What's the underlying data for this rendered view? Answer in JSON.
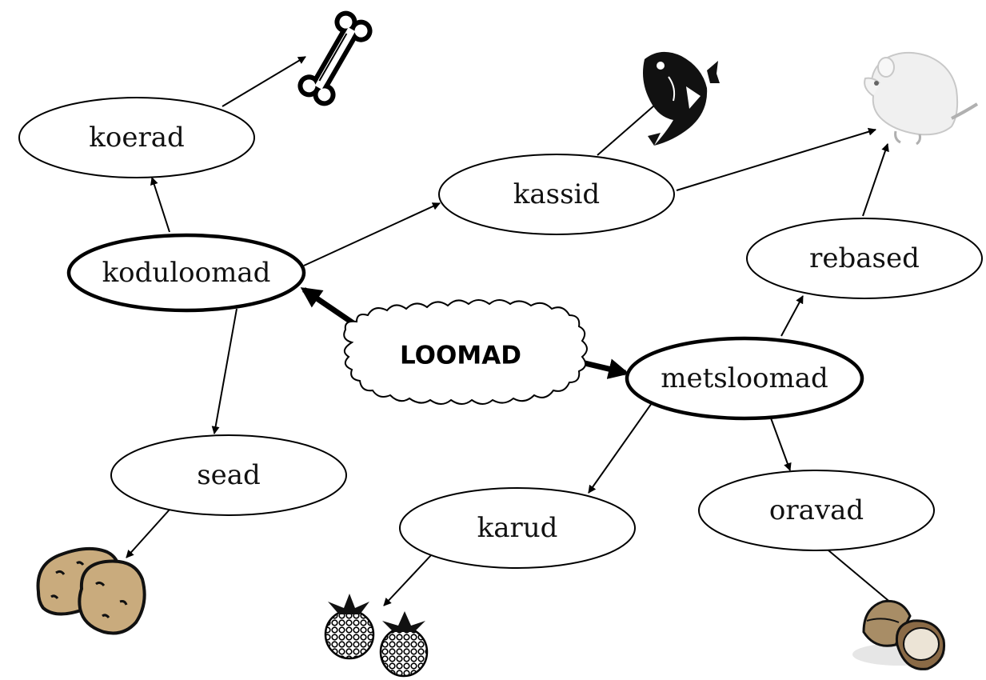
{
  "center": {
    "label": "LOOMAD"
  },
  "nodes": {
    "koduloomad": "koduloomad",
    "metsloomad": "metsloomad",
    "koerad": "koerad",
    "kassid": "kassid",
    "sead": "sead",
    "rebased": "rebased",
    "karud": "karud",
    "oravad": "oravad"
  },
  "pictures": {
    "koerad": "bone-icon",
    "kassid": "fish-icon",
    "sead": "potatoes-icon",
    "rebased": "mouse-icon",
    "karud": "raspberries-icon",
    "oravad": "hazelnut-icon"
  },
  "colors": {
    "line": "#000000",
    "fill": "#ffffff",
    "potato": "#c9ab7d",
    "hazelnut": "#a88d66"
  }
}
